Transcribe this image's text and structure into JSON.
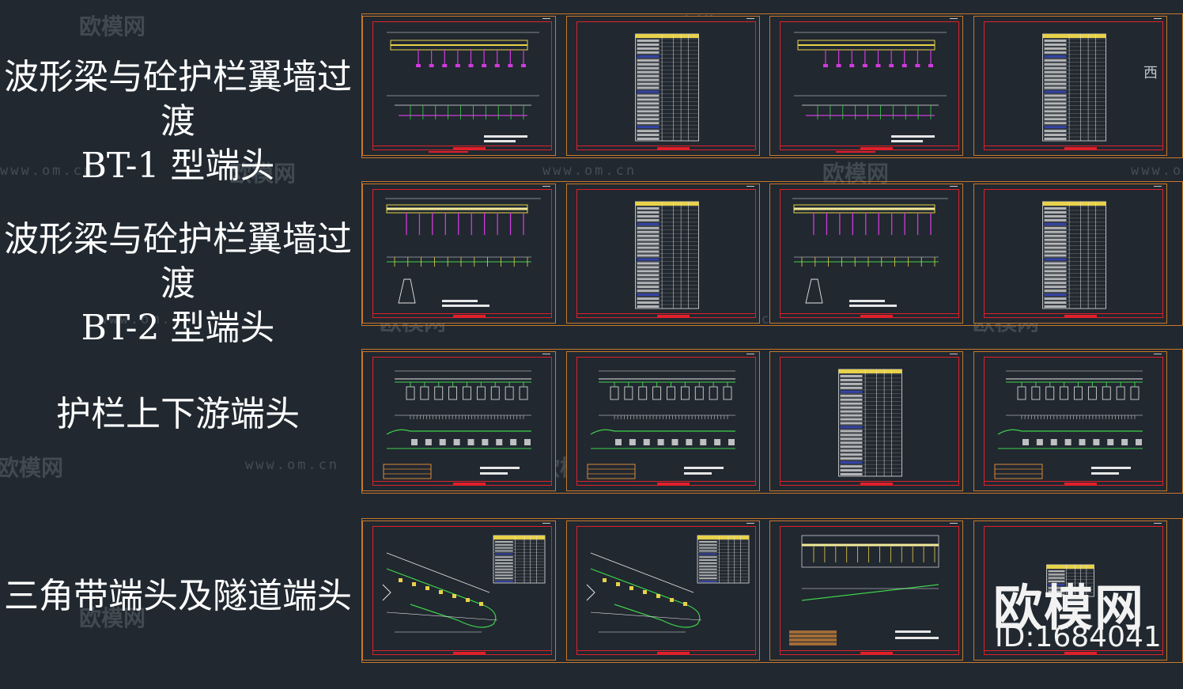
{
  "rows": [
    {
      "title_lines": [
        "波形梁与砼护栏翼墙过渡",
        "BT-1 型端头"
      ]
    },
    {
      "title_lines": [
        "波形梁与砼护栏翼墙过渡",
        "BT-2 型端头"
      ]
    },
    {
      "title_lines": [
        "护栏上下游端头"
      ]
    },
    {
      "title_lines": [
        "三角带端头及隧道端头"
      ]
    }
  ],
  "watermark": {
    "brand": "欧模网",
    "url": "www.om.cn",
    "big_logo": "欧模网",
    "id_text": "ID:1684041"
  },
  "side_label": "西",
  "colors": {
    "background": "#212830",
    "sheet_border": "#c8782a",
    "frame_red": "#e0202a",
    "line_yellow": "#e8d24a",
    "line_magenta": "#d23adc",
    "line_green": "#3fd24a",
    "line_white": "#e6e6e6"
  }
}
